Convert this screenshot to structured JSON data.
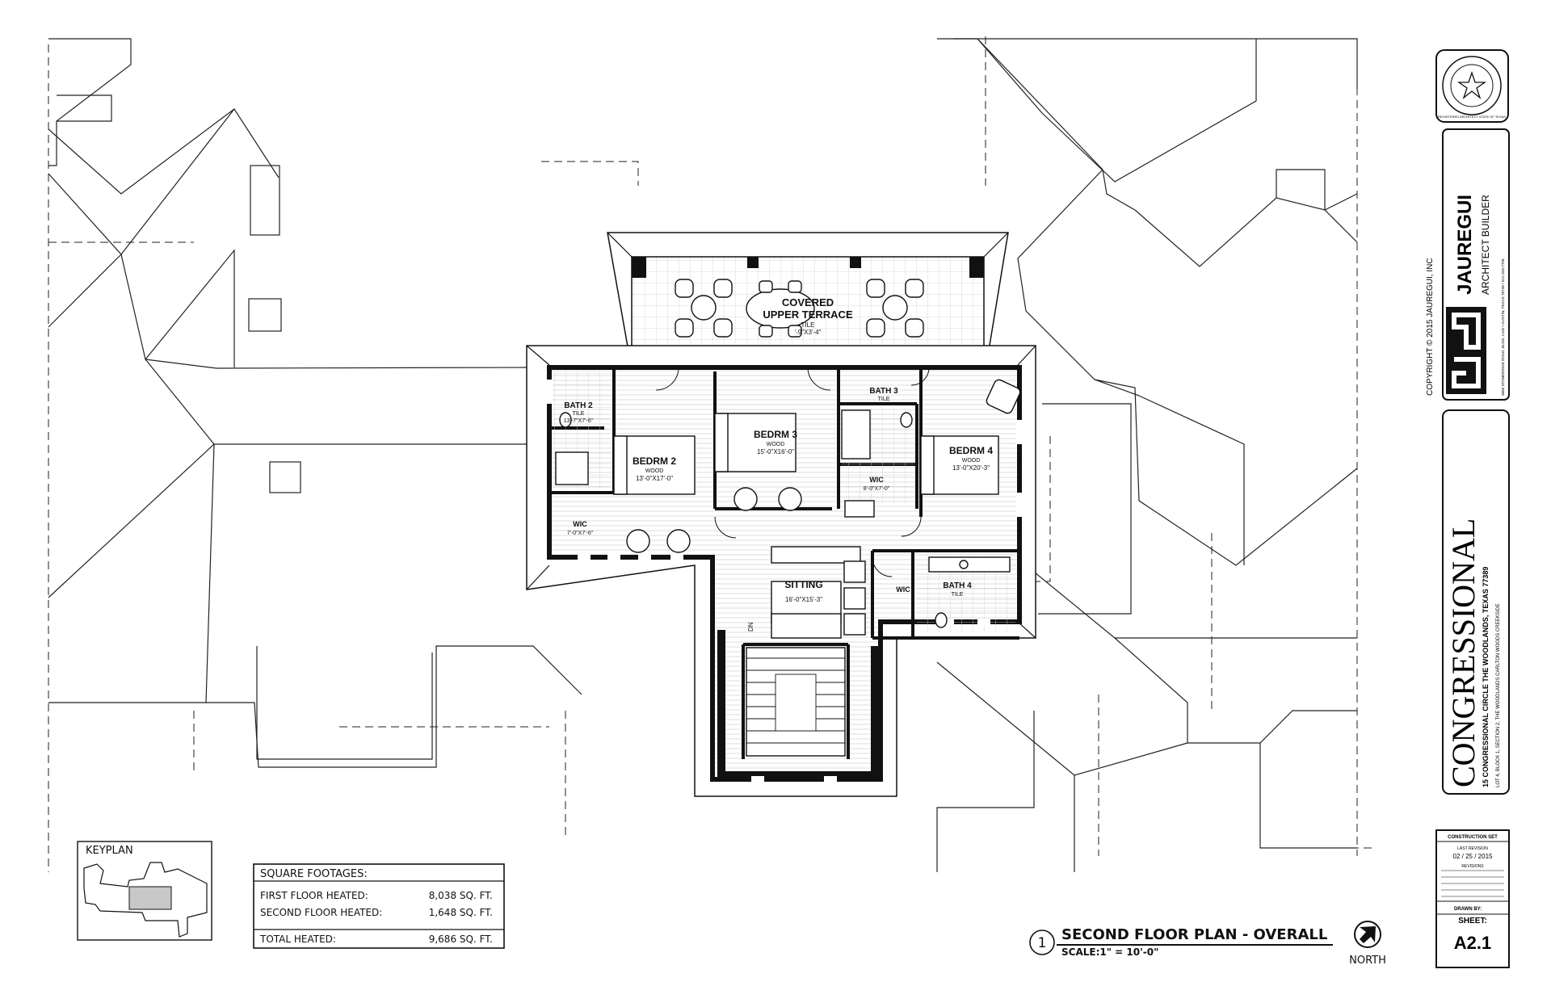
{
  "rooms": {
    "terrace": {
      "name": "COVERED",
      "name2": "UPPER TERRACE",
      "finish": "TILE",
      "dims": "'-9\"X3'-4\""
    },
    "bath2": {
      "name": "BATH 2",
      "finish": "TILE",
      "dims": "13'-7\"X7'-6\""
    },
    "bedrm2": {
      "name": "BEDRM 2",
      "finish": "WOOD",
      "dims": "13'-0\"X17'-0\""
    },
    "bedrm3": {
      "name": "BEDRM 3",
      "finish": "WOOD",
      "dims": "15'-0\"X16'-0\""
    },
    "bath3": {
      "name": "BATH 3",
      "finish": "TILE"
    },
    "bedrm4": {
      "name": "BEDRM 4",
      "finish": "WOOD",
      "dims": "13'-0\"X20'-3\""
    },
    "wic_2": {
      "name": "WIC",
      "dims": "7'-0\"X7'-6\""
    },
    "wic_3": {
      "name": "WIC",
      "dims": "8'-0\"X7'-0\""
    },
    "sitting": {
      "name": "SITTING",
      "dims": "16'-0\"X15'-3\""
    },
    "wic_4": {
      "name": "WIC"
    },
    "bath4": {
      "name": "BATH 4",
      "finish": "TILE"
    },
    "stair_dn": "DN"
  },
  "keyplan": {
    "label": "KEYPLAN"
  },
  "square_footages": {
    "title": "SQUARE FOOTAGES:",
    "rows": [
      {
        "label": "FIRST FLOOR HEATED:",
        "value": "8,038 SQ. FT."
      },
      {
        "label": "SECOND FLOOR HEATED:",
        "value": "1,648 SQ. FT."
      },
      {
        "label": "TOTAL HEATED:",
        "value": "9,686 SQ. FT."
      }
    ]
  },
  "drawing_title": {
    "number": "1",
    "title": "SECOND FLOOR PLAN - OVERALL",
    "scale": "SCALE:1\" = 10'-0\"",
    "north": "NORTH"
  },
  "title_block": {
    "seal": "REGISTERED ARCHITECT STATE OF TEXAS",
    "copyright": "COPYRIGHT © 2015 JAUREGUI, INC",
    "firm": "JAUREGUI",
    "firm_sub": "ARCHITECT BUILDER",
    "firm_address": "3660 STONERIDGE ROAD, BLDG. A102 • AUSTIN, TEXAS 78746 • 512-328-7708",
    "project": "CONGRESSIONAL",
    "project_address": "15 CONGRESSIONAL CIRCLE THE WOODLANDS, TEXAS 77389",
    "project_legal": "LOT 4, BLOCK 1, SECTION 2, THE WOODLANDS CARLTON WOODS CREEKSIDE",
    "construction_set": "CONSTRUCTION SET",
    "last_revision_label": "LAST REVISION",
    "last_revision": "02 / 25 / 2015",
    "revisions_label": "REVISIONS",
    "drawn_by": "DRAWN BY:",
    "sheet_label": "SHEET:",
    "sheet": "A2.1"
  },
  "colors": {
    "ink": "#111111",
    "paper": "#ffffff",
    "fill": "#f1f1f1",
    "hatch": "#c8c8c8"
  }
}
